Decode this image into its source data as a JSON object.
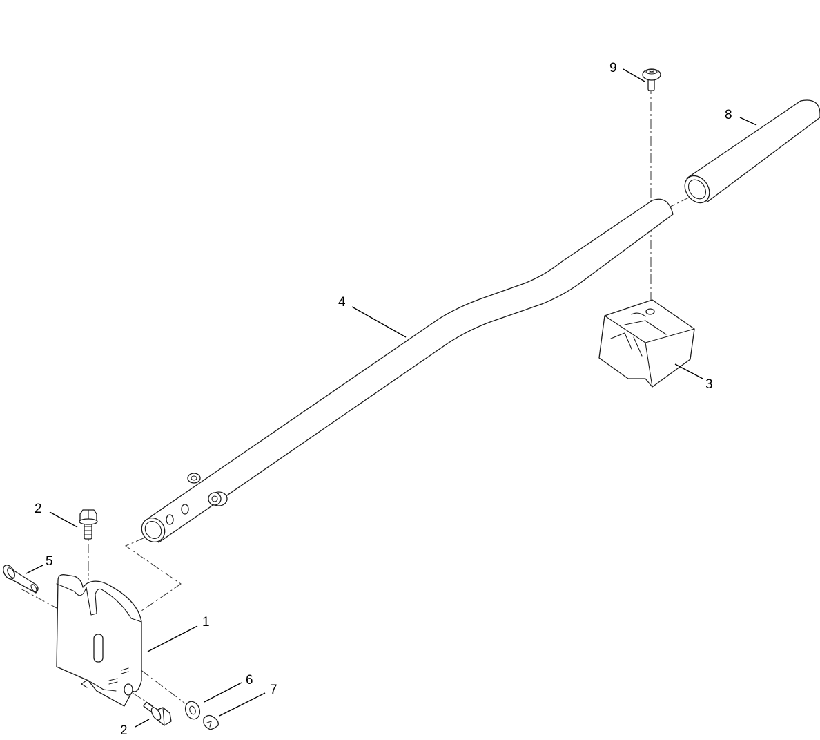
{
  "diagram": {
    "type": "exploded-parts-view",
    "colors": {
      "line": "#1a1a1a",
      "background": "#ffffff"
    },
    "callouts": {
      "c1": "1",
      "c2a": "2",
      "c2b": "2",
      "c3": "3",
      "c4": "4",
      "c5": "5",
      "c6": "6",
      "c7": "7",
      "c8": "8",
      "c9": "9"
    }
  }
}
